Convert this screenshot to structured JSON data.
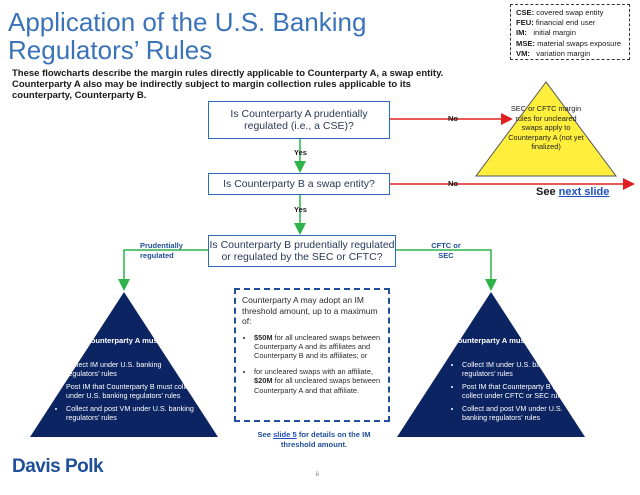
{
  "title": "Application of the U.S. Banking Regulators’ Rules",
  "legend": [
    {
      "abbr": "CSE:",
      "text": "covered swap entity"
    },
    {
      "abbr": "FEU:",
      "text": "financial end user"
    },
    {
      "abbr": "IM:",
      "text": "initial margin"
    },
    {
      "abbr": "MSE:",
      "text": "material swaps exposure"
    },
    {
      "abbr": "VM:",
      "text": "variation margin"
    }
  ],
  "intro": "These flowcharts describe the margin rules directly applicable to Counterparty A, a swap entity.  Counterparty A also may be indirectly subject to margin collection rules applicable to its counterparty, Counterparty B.",
  "q1": "Is Counterparty A prudentially regulated (i.e., a CSE)?",
  "q2": "Is Counterparty B a swap entity?",
  "q3": "Is Counterparty B prudentially regulated or regulated by the SEC or CFTC?",
  "no_label_1": "No",
  "no_label_2": "No",
  "yes_label_1": "Yes",
  "yes_label_2": "Yes",
  "left_branch_label": "Prudentially regulated",
  "right_branch_label": "CFTC or SEC",
  "yellow_triangle": "SEC or CFTC margin rules for uncleared swaps apply to Counterparty A (not yet finalized)",
  "see_next": {
    "prefix": "See",
    "link": "next slide"
  },
  "left_triangle": {
    "heading": "Counterparty A must:",
    "items": [
      "Collect IM under U.S. banking regulators’ rules",
      "Post IM that Counterparty B must collect under U.S. banking regulators’ rules",
      "Collect and post VM under U.S. banking regulators’ rules"
    ]
  },
  "right_triangle": {
    "heading": "Counterparty A must:",
    "items": [
      "Collect IM under U.S. banking regulators’ rules",
      "Post IM that Counterparty B must collect under CFTC or SEC rules",
      "Collect and post VM under U.S. banking regulators’ rules"
    ]
  },
  "threshold_box": {
    "intro": "Counterparty A may adopt an IM threshold amount, up to a maximum of:",
    "item1_bold": "$50M",
    "item1_rest": " for all uncleared swaps between Counterparty A and its affiliates and Counterparty B and its affiliates; or",
    "item2_pre": "for uncleared swaps with an affiliate, ",
    "item2_bold": "$20M",
    "item2_rest": " for all uncleared swaps between Counterparty A and that affiliate."
  },
  "footnote": {
    "prefix": "See",
    "link": "slide 5",
    "suffix": " for details on the IM threshold amount."
  },
  "logo": "Davis Polk",
  "page_number": "ii",
  "colors": {
    "title": "#3b73b9",
    "box_border": "#2d6db5",
    "triangle": "#0c2461",
    "yellow": "#ffef3c",
    "red_arrow": "#e02020",
    "green_arrow": "#2db34a"
  }
}
